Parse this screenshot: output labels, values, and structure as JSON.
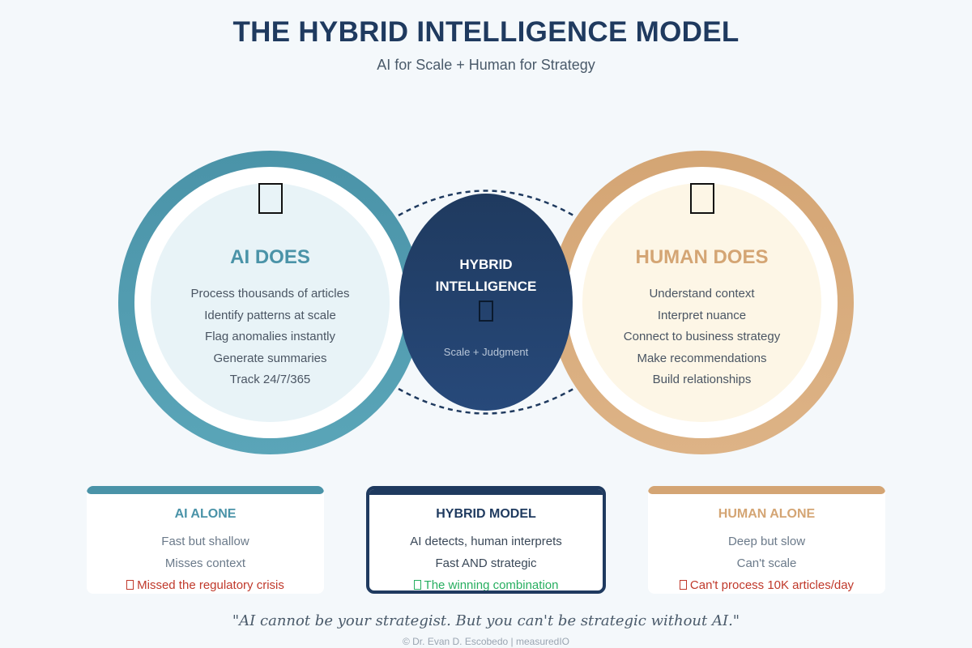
{
  "header": {
    "title": "THE HYBRID INTELLIGENCE MODEL",
    "subtitle": "AI for Scale + Human for Strategy"
  },
  "ai_circle": {
    "icon": "robot-icon",
    "heading": "AI DOES",
    "items": [
      "Process thousands of articles",
      "Identify patterns at scale",
      "Flag anomalies instantly",
      "Generate summaries",
      "Track 24/7/365"
    ],
    "color": "#4a93a8"
  },
  "human_circle": {
    "icon": "brain-icon",
    "heading": "HUMAN DOES",
    "items": [
      "Understand context",
      "Interpret nuance",
      "Connect to business strategy",
      "Make recommendations",
      "Build relationships"
    ],
    "color": "#d4a574"
  },
  "center": {
    "title_line1": "HYBRID",
    "title_line2": "INTELLIGENCE",
    "icon": "handshake-icon",
    "subtitle": "Scale + Judgment",
    "color": "#1f3a5f"
  },
  "cards": {
    "ai_alone": {
      "title": "AI ALONE",
      "line1": "Fast but shallow",
      "line2": "Misses context",
      "line3": "Missed the regulatory crisis",
      "line3_icon": "cross-mark-icon"
    },
    "hybrid": {
      "title": "HYBRID MODEL",
      "line1": "AI detects, human interprets",
      "line2": "Fast AND strategic",
      "line3": "The winning combination",
      "line3_icon": "check-mark-icon"
    },
    "human_alone": {
      "title": "HUMAN ALONE",
      "line1": "Deep but slow",
      "line2": "Can't scale",
      "line3": "Can't process 10K articles/day",
      "line3_icon": "cross-mark-icon"
    }
  },
  "quote": "\"AI cannot be your strategist. But you can't be strategic without AI.\"",
  "footer": "© Dr. Evan D. Escobedo | measuredIO"
}
